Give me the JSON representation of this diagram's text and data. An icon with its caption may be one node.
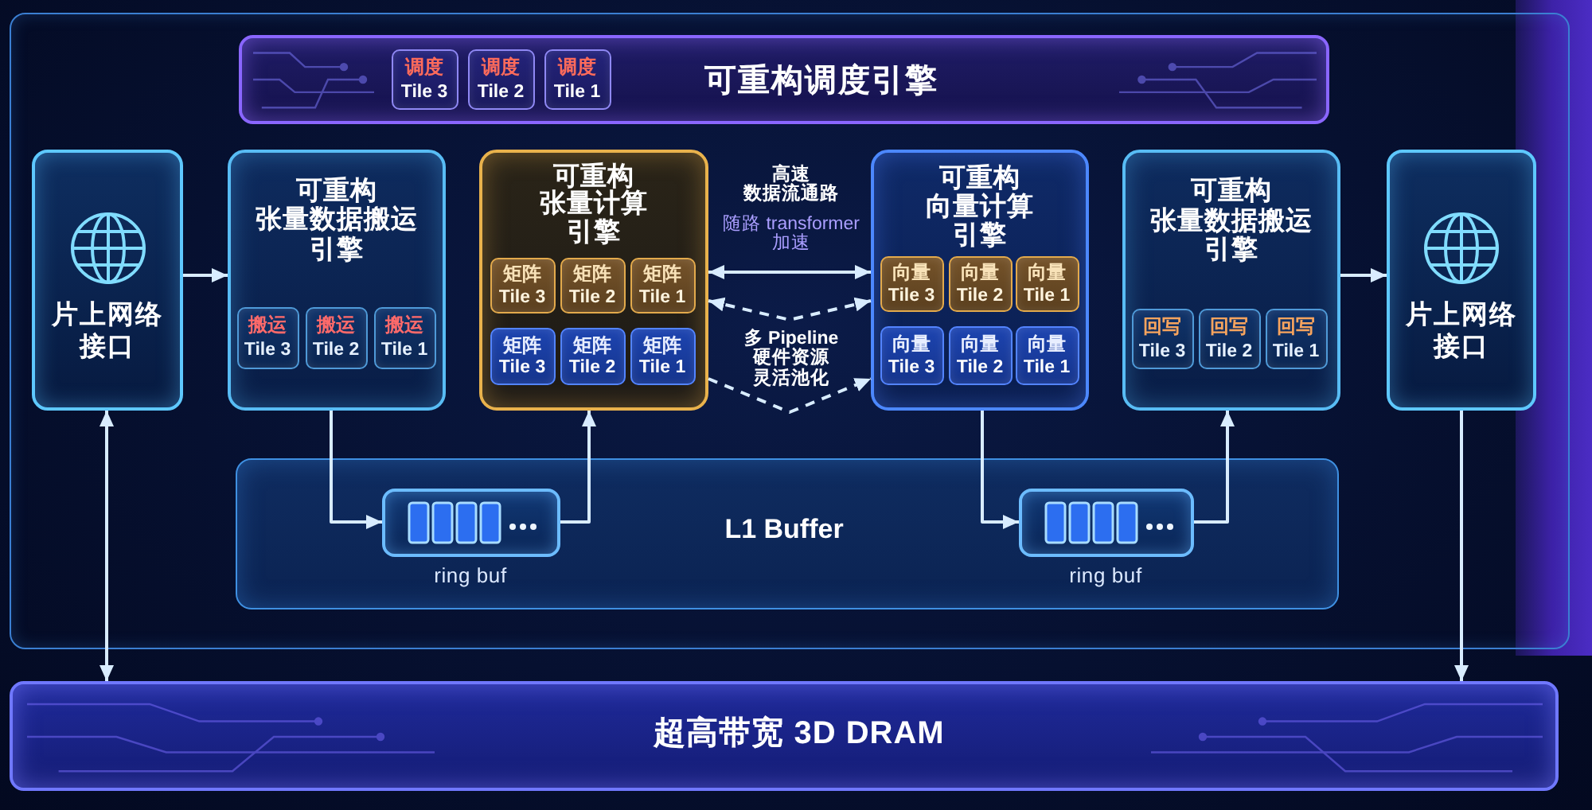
{
  "diagram": {
    "nodes": [
      {
        "text": [
          "可重构调度引擎"
        ]
      },
      {
        "text": [
          "调度",
          "Tile 3"
        ],
        "in": 0
      },
      {
        "text": [
          "调度",
          "Tile 2"
        ],
        "in": 0
      },
      {
        "text": [
          "调度",
          "Tile 1"
        ],
        "in": 0
      },
      {
        "text": [
          "片上网络接口"
        ]
      },
      {
        "text": [
          "可重构张量数据搬运引擎"
        ]
      },
      {
        "text": [
          "搬运",
          "Tile 3"
        ],
        "in": 5
      },
      {
        "text": [
          "搬运",
          "Tile 2"
        ],
        "in": 5
      },
      {
        "text": [
          "搬运",
          "Tile 1"
        ],
        "in": 5
      },
      {
        "text": [
          "可重构张量计算引擎"
        ]
      },
      {
        "text": [
          "矩阵",
          "Tile 3"
        ],
        "in": 9
      },
      {
        "text": [
          "矩阵",
          "Tile 2"
        ],
        "in": 9
      },
      {
        "text": [
          "矩阵",
          "Tile 1"
        ],
        "in": 9
      },
      {
        "text": [
          "矩阵",
          "Tile 3"
        ],
        "in": 9
      },
      {
        "text": [
          "矩阵",
          "Tile 2"
        ],
        "in": 9
      },
      {
        "text": [
          "矩阵",
          "Tile 1"
        ],
        "in": 9
      },
      {
        "text": [
          "可重构向量计算引擎"
        ]
      },
      {
        "text": [
          "向量",
          "Tile 3"
        ],
        "in": 16
      },
      {
        "text": [
          "向量",
          "Tile 2"
        ],
        "in": 16
      },
      {
        "text": [
          "向量",
          "Tile 1"
        ],
        "in": 16
      },
      {
        "text": [
          "向量",
          "Tile 3"
        ],
        "in": 16
      },
      {
        "text": [
          "向量",
          "Tile 2"
        ],
        "in": 16
      },
      {
        "text": [
          "向量",
          "Tile 1"
        ],
        "in": 16
      },
      {
        "text": [
          "可重构张量数据搬运引擎"
        ]
      },
      {
        "text": [
          "回写",
          "Tile 3"
        ],
        "in": 23
      },
      {
        "text": [
          "回写",
          "Tile 2"
        ],
        "in": 23
      },
      {
        "text": [
          "回写",
          "Tile 1"
        ],
        "in": 23
      },
      {
        "text": [
          "片上网络接口"
        ]
      },
      {
        "text": [
          "L1 Buffer"
        ]
      },
      {
        "text": [],
        "shape": "box",
        "beside": [
          "ring buf"
        ],
        "in": 28
      },
      {
        "text": [],
        "shape": "box",
        "beside": [
          "ring buf"
        ],
        "in": 28
      },
      {
        "text": [
          "超高带宽 3D DRAM"
        ]
      }
    ],
    "edges": [
      {
        "from": 4,
        "to": 5,
        "arrow": "to"
      },
      {
        "from": 5,
        "to": 29,
        "arrow": "to"
      },
      {
        "from": 29,
        "to": 9,
        "arrow": "to"
      },
      {
        "from": 9,
        "to": 16,
        "arrow": "both"
      },
      {
        "from": 9,
        "to": 16,
        "arrow": "both",
        "style": "dashed"
      },
      {
        "from": 9,
        "to": 16,
        "arrow": "to",
        "style": "dashed"
      },
      {
        "from": 16,
        "to": 30,
        "arrow": "to"
      },
      {
        "from": 30,
        "to": 23,
        "arrow": "to"
      },
      {
        "from": 23,
        "to": 27,
        "arrow": "to"
      },
      {
        "from": 4,
        "to": 31,
        "arrow": "both"
      },
      {
        "from": 27,
        "to": 31,
        "arrow": "to"
      }
    ],
    "labels": [
      "高速数据流通路",
      "随路 transformer 加速",
      "多 Pipeline 硬件资源灵活池化"
    ]
  }
}
